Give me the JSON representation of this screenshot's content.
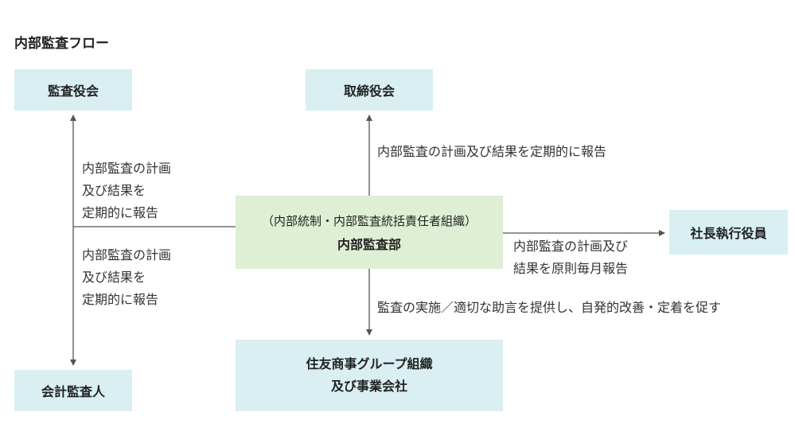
{
  "title": "内部監査フロー",
  "colors": {
    "box_blue": "#d9eff2",
    "box_green": "#deefd4",
    "line": "#555555"
  },
  "nodes": {
    "audit_board": "監査役会",
    "board_of_directors": "取締役会",
    "executives": "社長執行役員",
    "accounting_auditor": "会計監査人",
    "internal_audit_sub": "（内部統制・内部監査統括責任者組織）",
    "internal_audit": "内部監査部",
    "group_line1": "住友商事グループ組織",
    "group_line2": "及び事業会社"
  },
  "edge_labels": {
    "to_audit_board": [
      "内部監査の計画",
      "及び結果を",
      "定期的に報告"
    ],
    "to_accounting_auditor": [
      "内部監査の計画",
      "及び結果を",
      "定期的に報告"
    ],
    "to_board": "内部監査の計画及び結果を定期的に報告",
    "to_executives": [
      "内部監査の計画及び",
      "結果を原則毎月報告"
    ],
    "to_group": "監査の実施／適切な助言を提供し、自発的改善・定着を促す"
  }
}
